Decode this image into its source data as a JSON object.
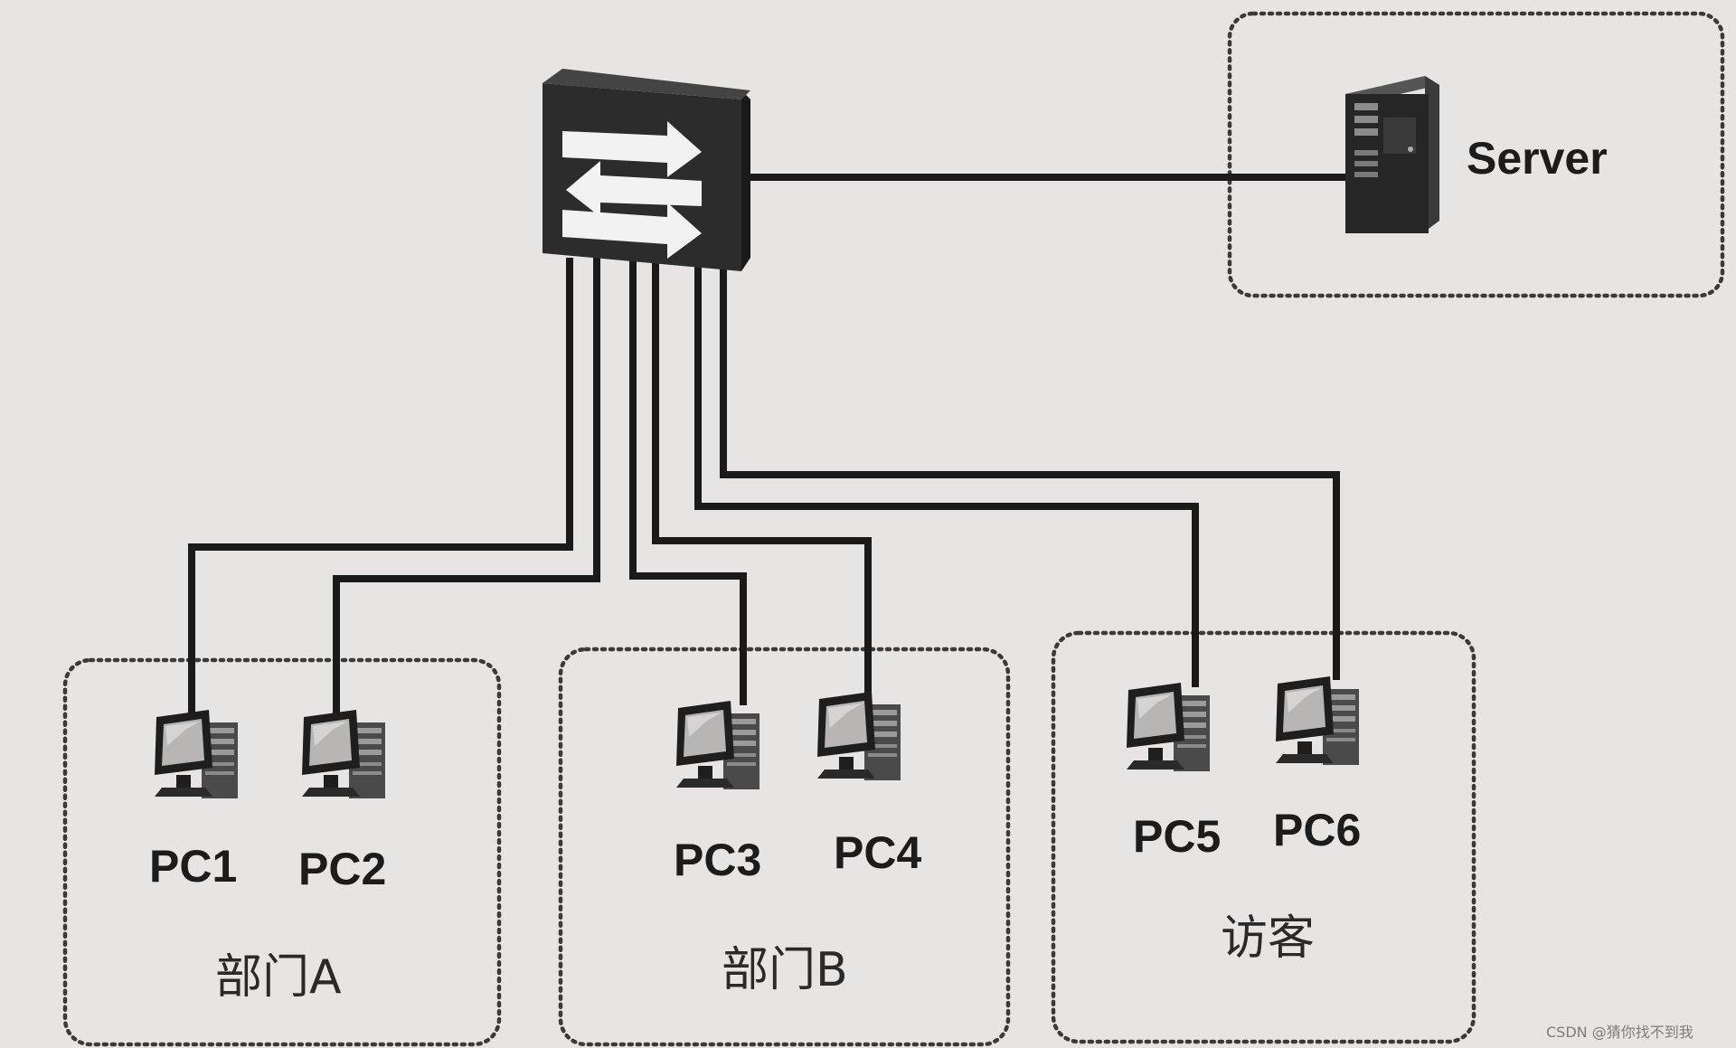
{
  "diagram": {
    "server_label": "Server",
    "pcs": [
      {
        "label": "PC1"
      },
      {
        "label": "PC2"
      },
      {
        "label": "PC3"
      },
      {
        "label": "PC4"
      },
      {
        "label": "PC5"
      },
      {
        "label": "PC6"
      }
    ],
    "groups": [
      {
        "label": "部门A"
      },
      {
        "label": "部门B"
      },
      {
        "label": "访客"
      }
    ],
    "watermark": "CSDN @猜你找不到我"
  },
  "colors": {
    "background": "#e7e5e3",
    "line": "#1a1a1a",
    "switch_body": "#2c2c2c",
    "arrow": "#f2f2f2"
  },
  "icons": [
    "switch-icon",
    "server-icon",
    "pc-icon"
  ]
}
